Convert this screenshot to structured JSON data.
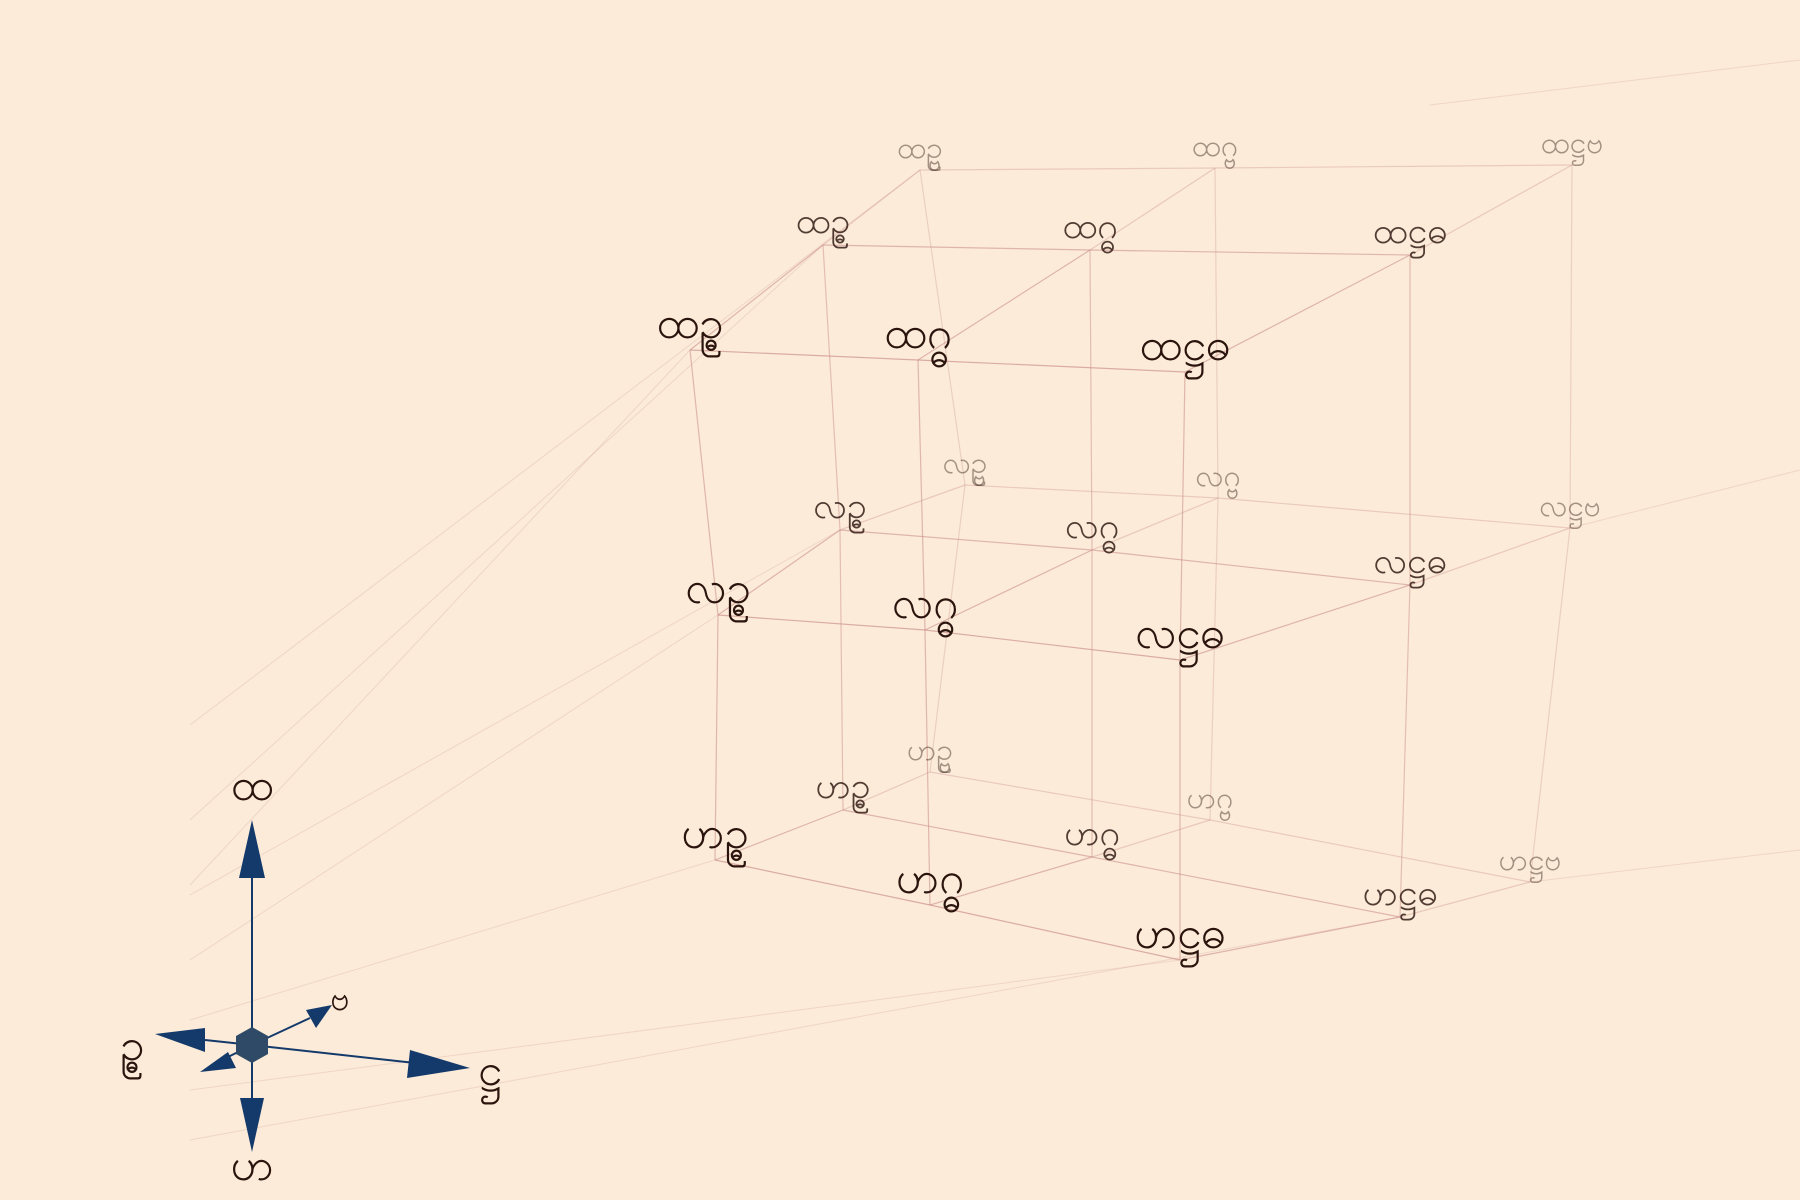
{
  "diagram": {
    "type": "3d-grid-lattice",
    "axes": {
      "vertical_up": "ထ",
      "vertical_down": "ဟ",
      "right": "ဋ္ဌ",
      "left": "ဥ္ဓ",
      "depth": "ဗ"
    },
    "layers": [
      {
        "prefix": "ထ",
        "front": [
          "ထဥ္ဓ",
          "ထဂ္ဓ",
          "ထဋ္ဌဓ"
        ],
        "middle": [
          "ထဥ္ဓ",
          "ထဂ္ဓ",
          "ထဋ္ဌဓ"
        ],
        "back": [
          "ထဥ္ဗ",
          "ထဂ္ဗ",
          "ထဋ္ဌဗ"
        ]
      },
      {
        "prefix": "လ",
        "front": [
          "လဥ္ဓ",
          "လဂ္ဓ",
          "လဋ္ဌဓ"
        ],
        "middle": [
          "လဥ္ဓ",
          "လဂ္ဓ",
          "လဋ္ဌဓ"
        ],
        "back": [
          "လဥ္ဗ",
          "လဂ္ဗ",
          "လဋ္ဌဗ"
        ]
      },
      {
        "prefix": "ဟ",
        "front": [
          "ဟဥ္ဓ",
          "ဟဂ္ဓ",
          "ဟဋ္ဌဓ"
        ],
        "middle": [
          "ဟဥ္ဓ",
          "ဟဂ္ဓ",
          "ဟဋ္ဌဓ"
        ],
        "back": [
          "ဟဥ္ဗ",
          "ဟဂ္ဗ",
          "ဟဋ္ဌဗ"
        ]
      }
    ],
    "colors": {
      "background": "#fbebd8",
      "text": "#2b140d",
      "grid_line": "#c98a85",
      "axis": "#143a6b"
    }
  }
}
